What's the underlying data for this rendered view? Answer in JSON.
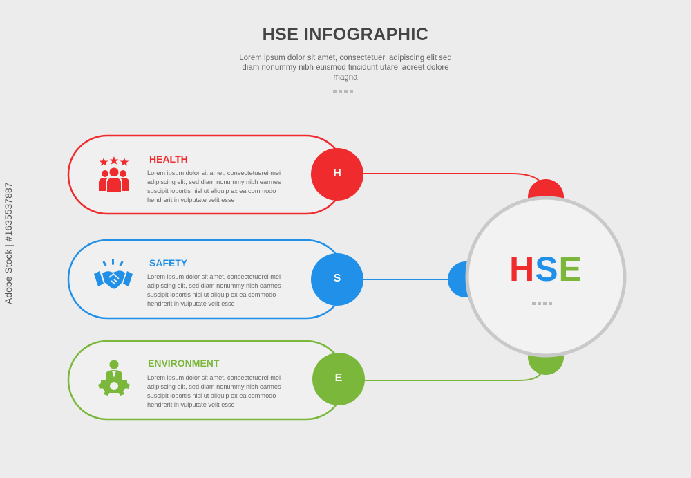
{
  "header": {
    "title": "HSE INFOGRAPHIC",
    "subtitle": "Lorem ipsum dolor sit amet, consectetueri adipiscing elit sed diam nonummy nibh euismod tincidunt utare laoreet dolore magna"
  },
  "colors": {
    "health": "#ef2b2d",
    "safety": "#2190e8",
    "environment": "#7ab73a",
    "hub_ring": "#c9c9c9"
  },
  "items": [
    {
      "title": "HEALTH",
      "letter": "H",
      "icon": "team-stars-icon",
      "text": "Lorem ipsum dolor sit amet, consectetuerei mei adipiscing elit, sed diam nonummy nibh earmes suscipit lobortis nisl ut aliquip ex ea commodo hendrerit in vulputate velit esse"
    },
    {
      "title": "SAFETY",
      "letter": "S",
      "icon": "handshake-icon",
      "text": "Lorem ipsum dolor sit amet, consectetuerei mei adipiscing elit, sed diam nonummy nibh earmes suscipit lobortis nisl ut aliquip ex ea commodo hendrerit in vulputate velit esse"
    },
    {
      "title": "ENVIRONMENT",
      "letter": "E",
      "icon": "person-gear-icon",
      "text": "Lorem ipsum dolor sit amet, consectetuerei mei adipiscing elit, sed diam nonummy nibh earmes suscipit lobortis nisl ut aliquip ex ea commodo hendrerit in vulputate velit esse"
    }
  ],
  "hub": {
    "letters": [
      "H",
      "S",
      "E"
    ]
  },
  "watermark": "Adobe Stock | #1635537887"
}
